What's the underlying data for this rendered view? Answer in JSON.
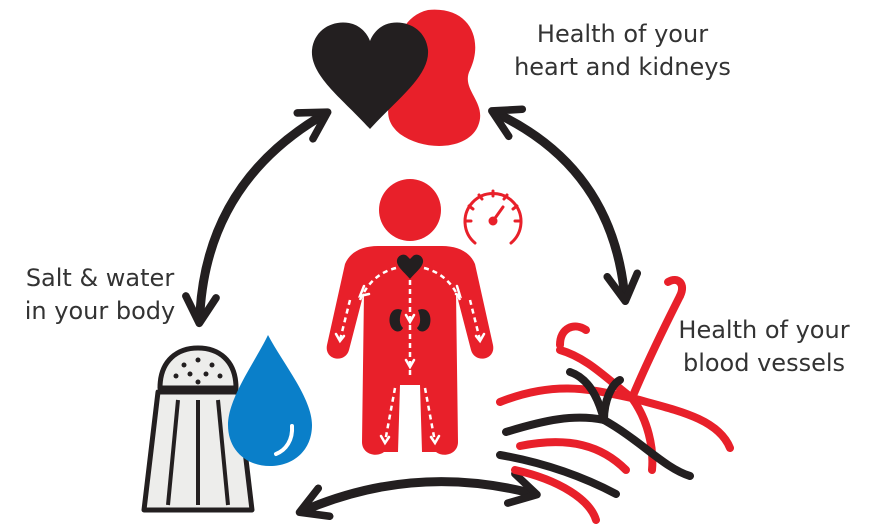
{
  "labels": {
    "heart_kidneys": [
      "Health of your",
      "heart and kidneys"
    ],
    "blood_vessels": [
      "Health of your",
      "blood vessels"
    ],
    "salt_water": [
      "Salt & water",
      "in your body"
    ]
  },
  "colors": {
    "red": "#e8202a",
    "black": "#231f20",
    "blue": "#0a7fc9",
    "shaker_fill": "#ededeb",
    "text": "#333333"
  },
  "icons": [
    "heart-icon",
    "kidney-icon",
    "body-icon",
    "gauge-icon",
    "salt-shaker-icon",
    "water-drop-icon",
    "blood-vessels-icon",
    "double-arrow-icon"
  ]
}
